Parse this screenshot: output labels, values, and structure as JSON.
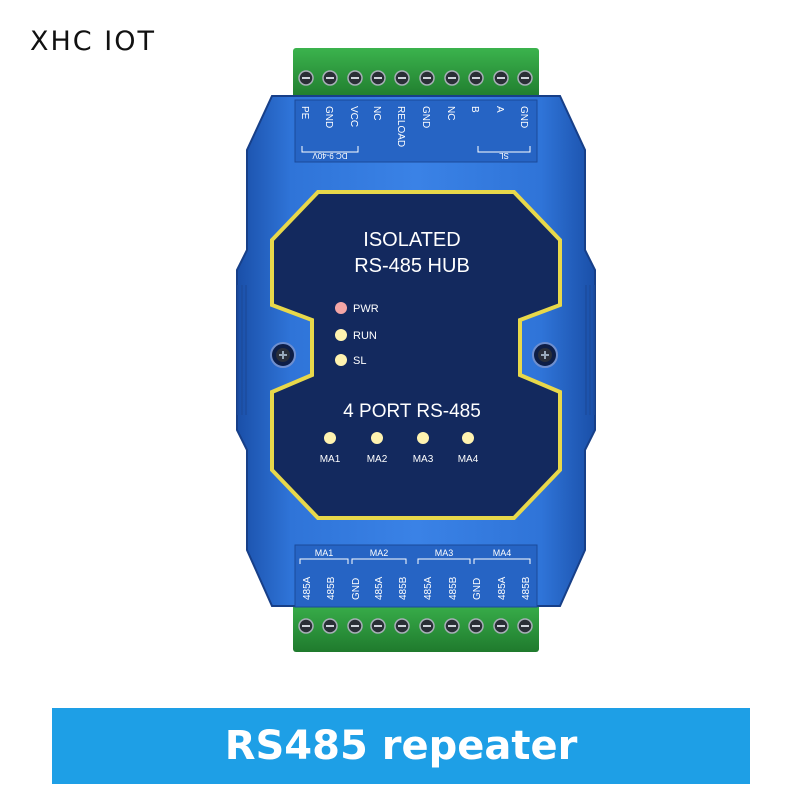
{
  "brand": "XHC IOT",
  "device": {
    "title_line1": "ISOLATED",
    "title_line2": "RS-485 HUB",
    "port_label": "4 PORT RS-485",
    "indicators": [
      {
        "label": "PWR",
        "color": "#f4a6a6"
      },
      {
        "label": "RUN",
        "color": "#fff3b0"
      },
      {
        "label": "SL",
        "color": "#fff3b0"
      }
    ],
    "port_leds": [
      "MA1",
      "MA2",
      "MA3",
      "MA4"
    ],
    "top_terminals": [
      "PE",
      "GND",
      "VCC",
      "NC",
      "RELOAD",
      "GND",
      "NC",
      "B",
      "A",
      "GND"
    ],
    "top_group_labels": {
      "power": "DC 9-40V",
      "sl": "SL"
    },
    "bottom_terminals": [
      "485A",
      "485B",
      "GND",
      "485A",
      "485B",
      "485A",
      "485B",
      "GND",
      "485A",
      "485B"
    ],
    "bottom_group_labels": [
      "MA1",
      "MA2",
      "MA3",
      "MA4"
    ]
  },
  "banner": "RS485 repeater",
  "colors": {
    "body_blue": "#2b6fd0",
    "panel_navy": "#13295e",
    "outline_yellow": "#e8d84a",
    "terminal_green": "#2f9e3f",
    "banner_blue": "#1e9fe6"
  }
}
